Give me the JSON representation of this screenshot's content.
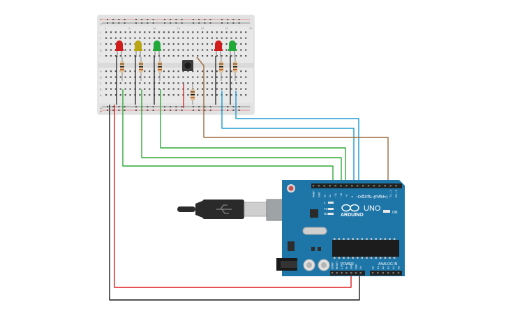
{
  "breadboard": {
    "rows_top": [
      "j",
      "i",
      "h",
      "g",
      "f"
    ],
    "rows_bottom": [
      "e",
      "d",
      "c",
      "b",
      "a"
    ],
    "column_numbers": [
      "1",
      "5",
      "10",
      "15",
      "20",
      "25",
      "30"
    ],
    "rail_plus": "+",
    "rail_minus": "−"
  },
  "leds": [
    {
      "color": "#d01c1c"
    },
    {
      "color": "#b9a412"
    },
    {
      "color": "#23a83a"
    },
    {
      "color": "#d01c1c"
    },
    {
      "color": "#23a83a"
    }
  ],
  "wires": {
    "green": "#2fa836",
    "blue": "#1a9bd0",
    "brown": "#9b6b3a",
    "red": "#e01b1b",
    "black": "#1a1a1a"
  },
  "arduino": {
    "board_color": "#1e76a8",
    "digital_label": "DIGITAL (PWM~)",
    "analog_label": "ANALOG IN",
    "power_label": "POWER",
    "brand_label": "ARDUINO",
    "model_label": "UNO",
    "on_label": "ON",
    "tx_label": "TX",
    "rx_label": "RX",
    "l_label": "L",
    "digital_pins": [
      "AREF",
      "GND",
      "13",
      "12",
      "~11",
      "~10",
      "~9",
      "8",
      "7",
      "~6",
      "~5",
      "4",
      "~3",
      "2",
      "TX→1",
      "RX←0"
    ],
    "power_pins": [
      "IOREF",
      "RESET",
      "3.3V",
      "5V",
      "GND",
      "GND",
      "Vin"
    ],
    "analog_pins": [
      "A0",
      "A1",
      "A2",
      "A3",
      "A4",
      "A5"
    ]
  }
}
